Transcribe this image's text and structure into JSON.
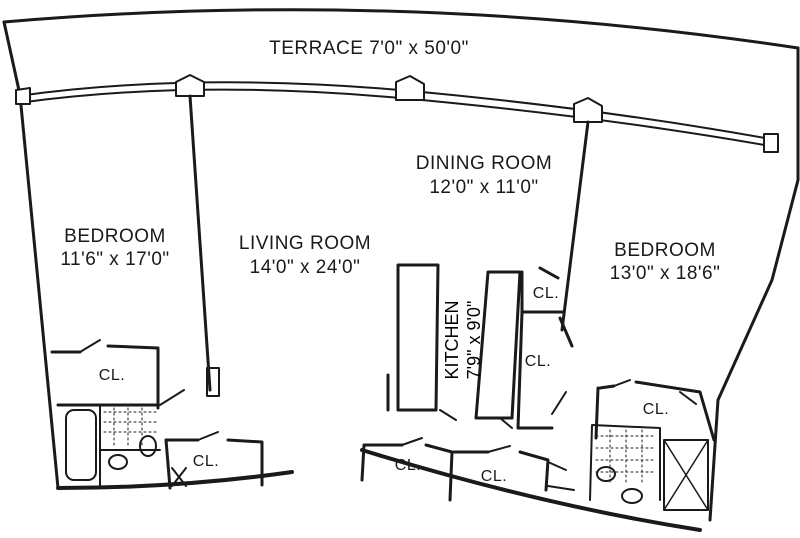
{
  "terrace": {
    "label": "TERRACE 7'0\" x 50'0\""
  },
  "rooms": {
    "bedroom_left": {
      "name": "BEDROOM",
      "dims": "11'6\" x 17'0\""
    },
    "living_room": {
      "name": "LIVING ROOM",
      "dims": "14'0\" x 24'0\""
    },
    "dining_room": {
      "name": "DINING ROOM",
      "dims": "12'0\" x 11'0\""
    },
    "bedroom_right": {
      "name": "BEDROOM",
      "dims": "13'0\" x 18'6\""
    },
    "kitchen": {
      "name": "KITCHEN",
      "dims": "7'9\" x 9'0\""
    }
  },
  "closets": {
    "label": "CL.",
    "items": [
      "CL.",
      "CL.",
      "CL.",
      "CL.",
      "CL.",
      "CL.",
      "CL."
    ]
  },
  "colors": {
    "ink": "#1a1a1a",
    "paper": "#ffffff"
  }
}
